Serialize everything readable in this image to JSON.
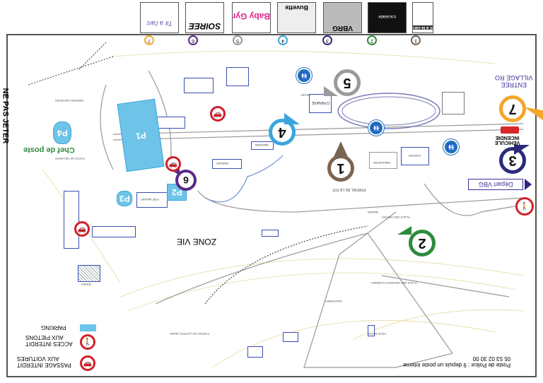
{
  "thumbnails": [
    {
      "number": "1",
      "caption": "ir a la carabine 4,5mm",
      "color": "#7a6452"
    },
    {
      "number": "2",
      "caption": "Escalade",
      "color": "#2e8b3e"
    },
    {
      "number": "3",
      "caption": "VBRG",
      "color": "#2b2a7a"
    },
    {
      "number": "4",
      "caption": "Buvette",
      "color": "#3aa6dc"
    },
    {
      "number": "5",
      "caption": "Baby Gym",
      "color": "#9a9a9a"
    },
    {
      "number": "6",
      "caption": "SOIREE",
      "color": "#5a2a88"
    },
    {
      "number": "7",
      "caption": "Tir a l'arc",
      "color": "#f4a72a"
    }
  ],
  "side_label": "NE PAS JETER",
  "chef_de_poste": "Chef de poste",
  "labels": {
    "poste_securite": "POSTE DE SECURITE",
    "parking_visiteurs": "PARKING VISITEURS",
    "zone_vie": "ZONE VIE",
    "gymnase": "GYMNASE",
    "sport": "SPORT",
    "station": "STATION",
    "simulation": "SIMULATION",
    "etat_major": "ETAT MAJOR",
    "garage": "GARAGE",
    "magasin": "MAGASIN",
    "portail_tot": "PORTAIL DE LA TOT",
    "portail_jaune": "PORTAIL DE LA PISTE JAUNE",
    "bassin": "BASSIN",
    "place_armes": "PLACE DES SERGENTS D'ARMES",
    "sanitaires": "SANITAIRES",
    "place_vertes": "PLACE DES VERTES",
    "tennis": "TENNIS",
    "piste_bleue": "PISTE BLEUE"
  },
  "parkings": [
    "P1",
    "P2",
    "P3",
    "P4"
  ],
  "entree": {
    "line1": "ENTREE",
    "line2": "VILLAGE RO"
  },
  "vehicule": {
    "line1": "VEHICULE",
    "line2": "INCENDIE"
  },
  "depart": "Départ VBG",
  "markers": [
    "1",
    "2",
    "3",
    "4",
    "5",
    "6",
    "7"
  ],
  "legend": {
    "parking": "PARKING",
    "acces_pietons": {
      "line1": "ACCES INTERDIT",
      "line2": "AUX PIETONS"
    },
    "passage_voitures": {
      "line1": "PASSAGE INTERDIT",
      "line2": "AUX VOITURES"
    }
  },
  "police": {
    "line1": "Poste de Police : 9 depuis un poste interne",
    "line2": "05 53 02 30 00"
  }
}
